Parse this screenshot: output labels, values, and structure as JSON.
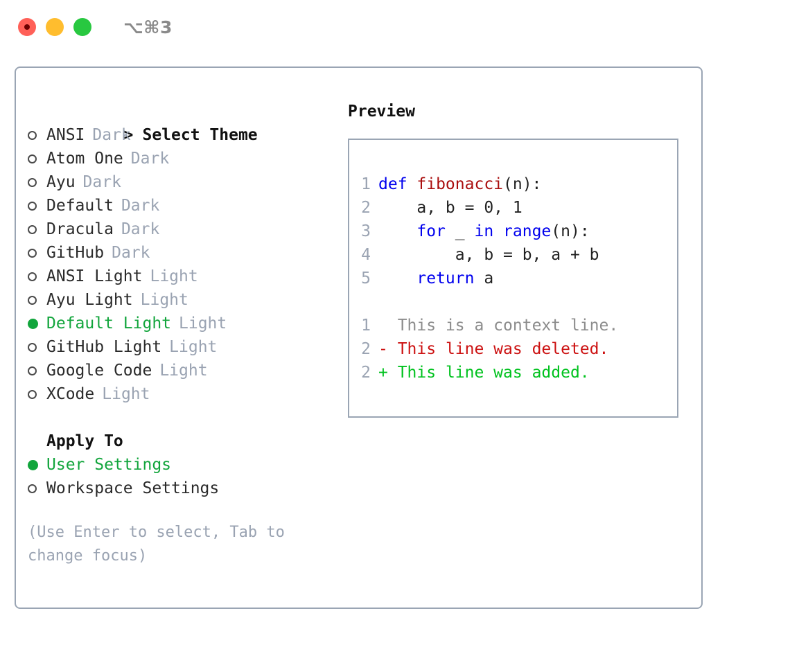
{
  "window": {
    "title": "⌥⌘3",
    "traffic_lights": [
      "close-record",
      "minimize",
      "maximize"
    ]
  },
  "theme_panel": {
    "header": "Select Theme",
    "caret": ">",
    "options": [
      {
        "label": "ANSI",
        "tag": "Dark",
        "selected": false
      },
      {
        "label": "Atom One",
        "tag": "Dark",
        "selected": false
      },
      {
        "label": "Ayu",
        "tag": "Dark",
        "selected": false
      },
      {
        "label": "Default",
        "tag": "Dark",
        "selected": false
      },
      {
        "label": "Dracula",
        "tag": "Dark",
        "selected": false
      },
      {
        "label": "GitHub",
        "tag": "Dark",
        "selected": false
      },
      {
        "label": "ANSI Light",
        "tag": "Light",
        "selected": false
      },
      {
        "label": "Ayu Light",
        "tag": "Light",
        "selected": false
      },
      {
        "label": "Default Light",
        "tag": "Light",
        "selected": true
      },
      {
        "label": "GitHub Light",
        "tag": "Light",
        "selected": false
      },
      {
        "label": "Google Code",
        "tag": "Light",
        "selected": false
      },
      {
        "label": "XCode",
        "tag": "Light",
        "selected": false
      }
    ]
  },
  "apply_to": {
    "title": "Apply To",
    "options": [
      {
        "label": "User Settings",
        "selected": true
      },
      {
        "label": "Workspace Settings",
        "selected": false
      }
    ]
  },
  "hint": "(Use Enter to select, Tab to change focus)",
  "preview": {
    "title": "Preview",
    "code_lines": [
      {
        "no": "1",
        "tokens": [
          {
            "t": "def ",
            "k": "kw"
          },
          {
            "t": "fibonacci",
            "k": "fn"
          },
          {
            "t": "(n):",
            "k": "plain"
          }
        ]
      },
      {
        "no": "2",
        "tokens": [
          {
            "t": "    a, b = 0, 1",
            "k": "plain"
          }
        ]
      },
      {
        "no": "3",
        "tokens": [
          {
            "t": "    ",
            "k": "plain"
          },
          {
            "t": "for",
            "k": "kw"
          },
          {
            "t": " _ ",
            "k": "plain"
          },
          {
            "t": "in",
            "k": "kw"
          },
          {
            "t": " ",
            "k": "plain"
          },
          {
            "t": "range",
            "k": "kw"
          },
          {
            "t": "(n):",
            "k": "plain"
          }
        ]
      },
      {
        "no": "4",
        "tokens": [
          {
            "t": "        a, b = b, a + b",
            "k": "plain"
          }
        ]
      },
      {
        "no": "5",
        "tokens": [
          {
            "t": "    ",
            "k": "plain"
          },
          {
            "t": "return",
            "k": "kw"
          },
          {
            "t": " a",
            "k": "plain"
          }
        ]
      }
    ],
    "diff_lines": [
      {
        "no": "1",
        "marker": "  ",
        "text": "This is a context line.",
        "kind": "ctx"
      },
      {
        "no": "2",
        "marker": "- ",
        "text": "This line was deleted.",
        "kind": "del"
      },
      {
        "no": "2",
        "marker": "+ ",
        "text": "This line was added.",
        "kind": "add"
      }
    ]
  },
  "colors": {
    "accent_green": "#12a53c",
    "muted": "#9aa3b2",
    "border": "#9aa5b4",
    "keyword_blue": "#0000ee",
    "function_red": "#aa0e0e",
    "diff_add": "#00c21e",
    "diff_del": "#cc1111",
    "light_red": "#ff6058",
    "light_yellow": "#ffbd2e",
    "light_green": "#28c840"
  }
}
